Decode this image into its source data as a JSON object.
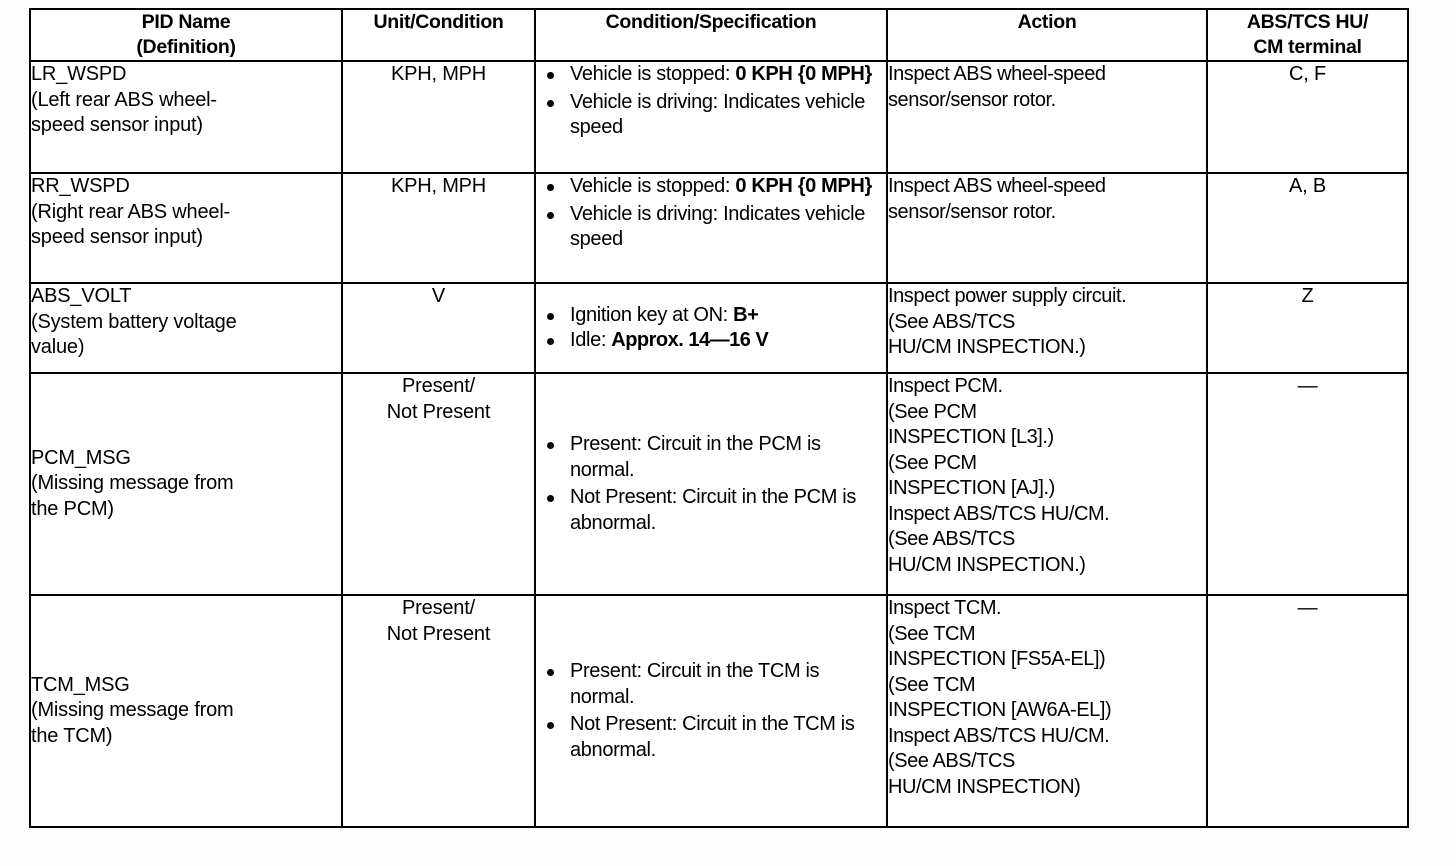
{
  "table": {
    "headers": [
      {
        "name": "pid-name",
        "label": "PID Name\n(Definition)"
      },
      {
        "name": "unit-condition",
        "label": "Unit/Condition"
      },
      {
        "name": "condition-specification",
        "label": "Condition/Specification"
      },
      {
        "name": "action",
        "label": "Action"
      },
      {
        "name": "abs-tcs-hu-cm-terminal",
        "label": "ABS/TCS HU/\nCM terminal"
      }
    ],
    "rows": [
      {
        "id": "lr-wspd",
        "pid": "LR_WSPD\n (Left rear ABS wheel-\nspeed sensor input)",
        "unit": "KPH, MPH",
        "conditions": [
          {
            "prefix": "Vehicle is stopped: ",
            "bold": "0 KPH\n{0 MPH}",
            "suffix": ""
          },
          {
            "prefix": "Vehicle is driving: Indicates vehicle speed",
            "bold": "",
            "suffix": ""
          }
        ],
        "action": "Inspect ABS wheel-speed\nsensor/sensor rotor.",
        "terminal": "C, F"
      },
      {
        "id": "rr-wspd",
        "pid": "RR_WSPD\n (Right rear ABS wheel-\nspeed sensor input)",
        "unit": "KPH, MPH",
        "conditions": [
          {
            "prefix": "Vehicle is stopped: ",
            "bold": "0 KPH\n{0 MPH}",
            "suffix": ""
          },
          {
            "prefix": "Vehicle is driving: Indicates vehicle speed",
            "bold": "",
            "suffix": ""
          }
        ],
        "action": "Inspect ABS wheel-speed\nsensor/sensor rotor.",
        "terminal": "A, B"
      },
      {
        "id": "abs-volt",
        "pid": "ABS_VOLT\n (System battery voltage\nvalue)",
        "unit": "V",
        "conditions": [
          {
            "prefix": "Ignition key at ON: ",
            "bold": "B+",
            "suffix": ""
          },
          {
            "prefix": "Idle: ",
            "bold": "Approx. 14—16 V",
            "suffix": ""
          }
        ],
        "action": "Inspect power supply circuit.\n (See ABS/TCS\nHU/CM INSPECTION.)",
        "terminal": "Z"
      },
      {
        "id": "pcm-msg",
        "pid": "PCM_MSG\n (Missing message from\nthe PCM)",
        "unit": "Present/\nNot Present",
        "conditions": [
          {
            "prefix": "Present: Circuit in the PCM is normal.",
            "bold": "",
            "suffix": ""
          },
          {
            "prefix": "Not Present: Circuit in the PCM is abnormal.",
            "bold": "",
            "suffix": ""
          }
        ],
        "action": "Inspect PCM.\n (See PCM\nINSPECTION [L3].)\n (See PCM\nINSPECTION [AJ].)\nInspect ABS/TCS HU/CM.\n (See ABS/TCS\nHU/CM INSPECTION.)",
        "terminal": "—"
      },
      {
        "id": "tcm-msg",
        "pid": "TCM_MSG\n (Missing message from\nthe TCM)",
        "unit": "Present/\nNot Present",
        "conditions": [
          {
            "prefix": "Present: Circuit in the TCM is normal.",
            "bold": "",
            "suffix": ""
          },
          {
            "prefix": "Not Present: Circuit in the TCM is abnormal.",
            "bold": "",
            "suffix": ""
          }
        ],
        "action": "Inspect TCM.\n (See TCM\nINSPECTION [FS5A-EL])\n (See TCM\nINSPECTION [AW6A-EL])\nInspect ABS/TCS HU/CM.\n (See ABS/TCS\nHU/CM INSPECTION)",
        "terminal": "—"
      }
    ]
  }
}
